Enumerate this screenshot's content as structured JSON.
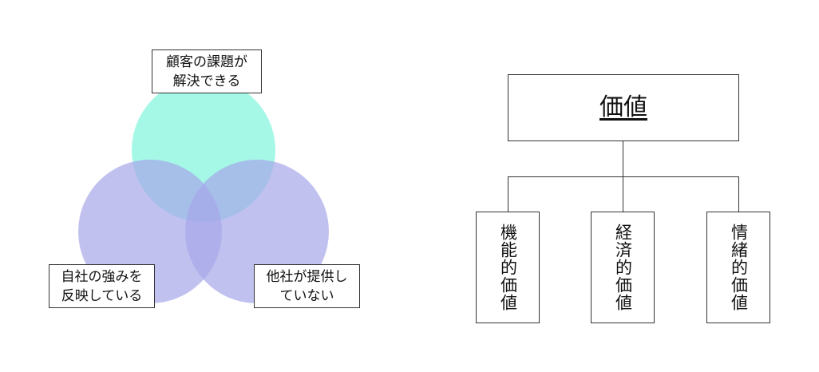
{
  "venn": {
    "top_label": [
      "顧客の課題が",
      "解決できる"
    ],
    "left_label": [
      "自社の強みを",
      "反映している"
    ],
    "right_label": [
      "他社が提供し",
      "ていない"
    ],
    "colors": {
      "top": "#7ff5dc",
      "left": "#a6a6ea",
      "right": "#a6a6ea"
    }
  },
  "tree": {
    "root": "価値",
    "children": [
      "機能的価値",
      "経済的価値",
      "情緒的価値"
    ]
  }
}
